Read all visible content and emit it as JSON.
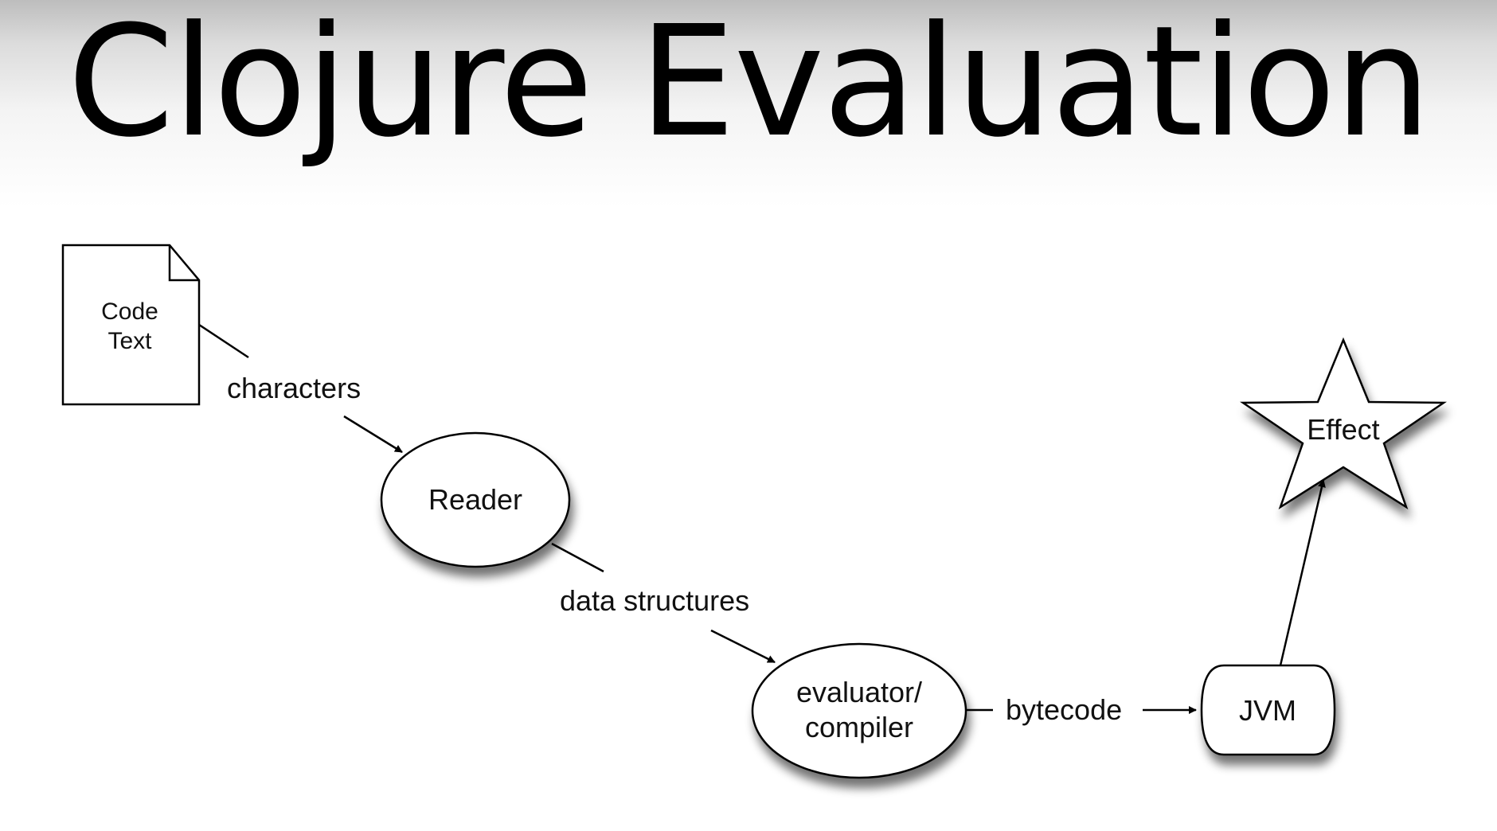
{
  "slide": {
    "title": "Clojure Evaluation"
  },
  "diagram": {
    "nodes": {
      "code_text": {
        "line1": "Code",
        "line2": "Text"
      },
      "reader": {
        "label": "Reader"
      },
      "evaluator": {
        "line1": "evaluator/",
        "line2": "compiler"
      },
      "jvm": {
        "label": "JVM"
      },
      "effect": {
        "label": "Effect"
      }
    },
    "edges": {
      "characters": "characters",
      "data_structures": "data structures",
      "bytecode": "bytecode"
    }
  },
  "colors": {
    "background": "#ffffff",
    "ink": "#000000",
    "shadow": "#7a7a7a"
  }
}
